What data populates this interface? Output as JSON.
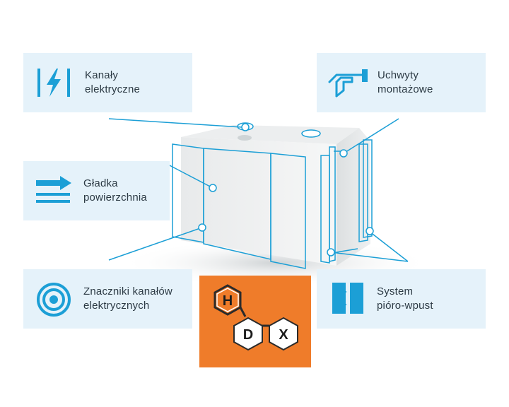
{
  "features": {
    "electrical_channels": "Kanały\nelektryczne",
    "mounting_holders": "Uchwyty\nmontażowe",
    "smooth_surface": "Gładka\npowierzchnia",
    "channel_markers": "Znaczniki kanałów\nelektrycznych",
    "tongue_groove": "System\npióro-wpust"
  },
  "logo": {
    "letters": [
      "H",
      "D",
      "X"
    ],
    "background_color": "#ef7c2a"
  },
  "colors": {
    "accent": "#1c9fd6",
    "card_background": "#e5f2fa",
    "text": "#2c3a44"
  },
  "icons": [
    "lightning-icon",
    "mounting-hand-icon",
    "smooth-surface-arrow-icon",
    "target-rings-icon",
    "tongue-groove-icon"
  ]
}
